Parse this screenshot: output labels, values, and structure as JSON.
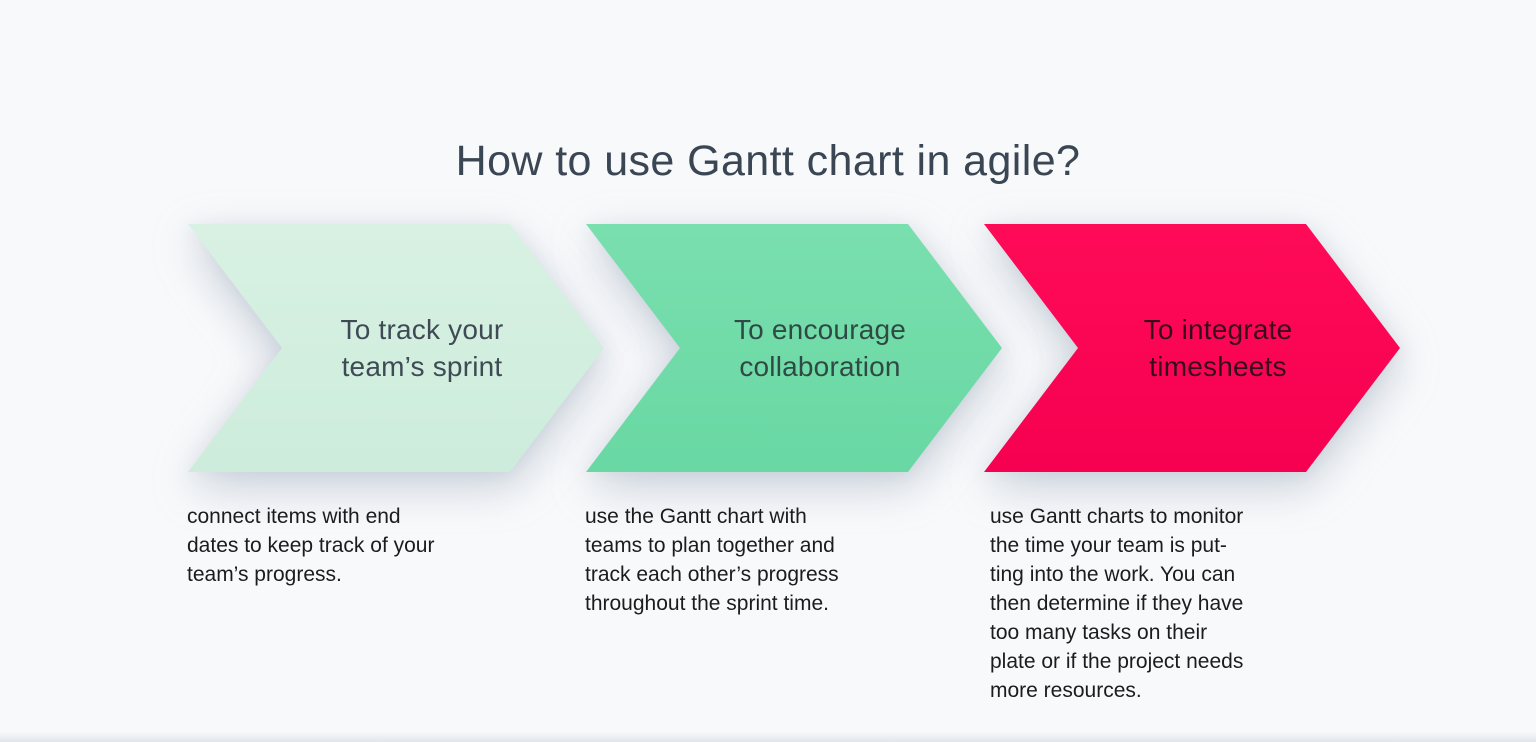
{
  "page": {
    "background_color": "#f8f9fb",
    "title": "How to use Gantt chart in agile?",
    "title_color": "#3a4653",
    "description_text_color": "#1c1c1e"
  },
  "steps": [
    {
      "label": "To track your\nteam’s sprint",
      "description": "connect items with end\ndates to keep track of your\nteam’s progress.",
      "colors": {
        "arrow_top": "#d8f1e3",
        "arrow_bottom": "#cdecdb",
        "label": "#3e4a54"
      }
    },
    {
      "label": "To encourage\ncollaboration",
      "description": "use the Gantt chart with\nteams to plan together and\ntrack each other’s progress\nthroughout the sprint time.",
      "colors": {
        "arrow_top": "#79dfae",
        "arrow_bottom": "#69d8a3",
        "label": "#2f4a44"
      }
    },
    {
      "label": "To integrate\ntimesheets",
      "description": "use Gantt charts to monitor\nthe time your team is put-\nting into the work. You can\nthen determine if they have\ntoo many tasks on their\nplate or if the project needs\nmore resources.",
      "colors": {
        "arrow_top": "#fe0b58",
        "arrow_bottom": "#f60051",
        "label": "#380c1e"
      }
    }
  ]
}
